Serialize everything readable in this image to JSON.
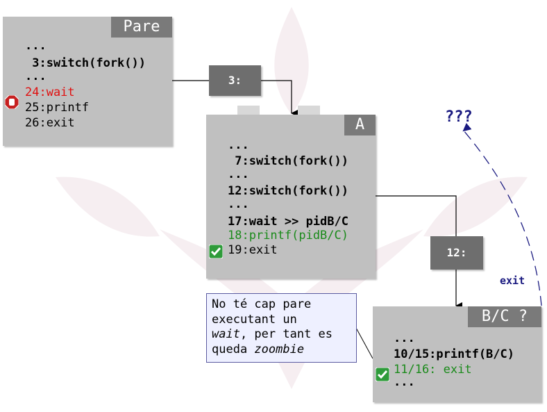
{
  "pare": {
    "title": "Pare",
    "lines": [
      "...",
      " 3:switch(fork())",
      "...",
      "24:wait",
      "25:printf",
      "26:exit"
    ]
  },
  "a": {
    "title": "A",
    "lines": [
      "...",
      " 7:switch(fork())",
      "...",
      "12:switch(fork())",
      "...",
      "17:wait >> pidB/C",
      "18:printf(pidB/C)",
      "19:exit"
    ]
  },
  "bc": {
    "title": "B/C ?",
    "lines": [
      "...",
      "10/15:printf(B/C)",
      "11/16: exit",
      "..."
    ]
  },
  "tags": {
    "fork_pare": "3:",
    "fork_a": "12:"
  },
  "note": {
    "line1": "No té cap pare",
    "line2": "executant un",
    "line3_em": "wait",
    "line3_rest": ", per tant es",
    "line4_pre": "queda ",
    "line4_em": "zoombie"
  },
  "unknown_parent": "???",
  "exit_label": "exit",
  "colors": {
    "red": "#e01010",
    "green": "#1a8a1a",
    "navy": "#1a1a80"
  },
  "icons": [
    "stop-icon",
    "check-icon",
    "check-icon"
  ]
}
